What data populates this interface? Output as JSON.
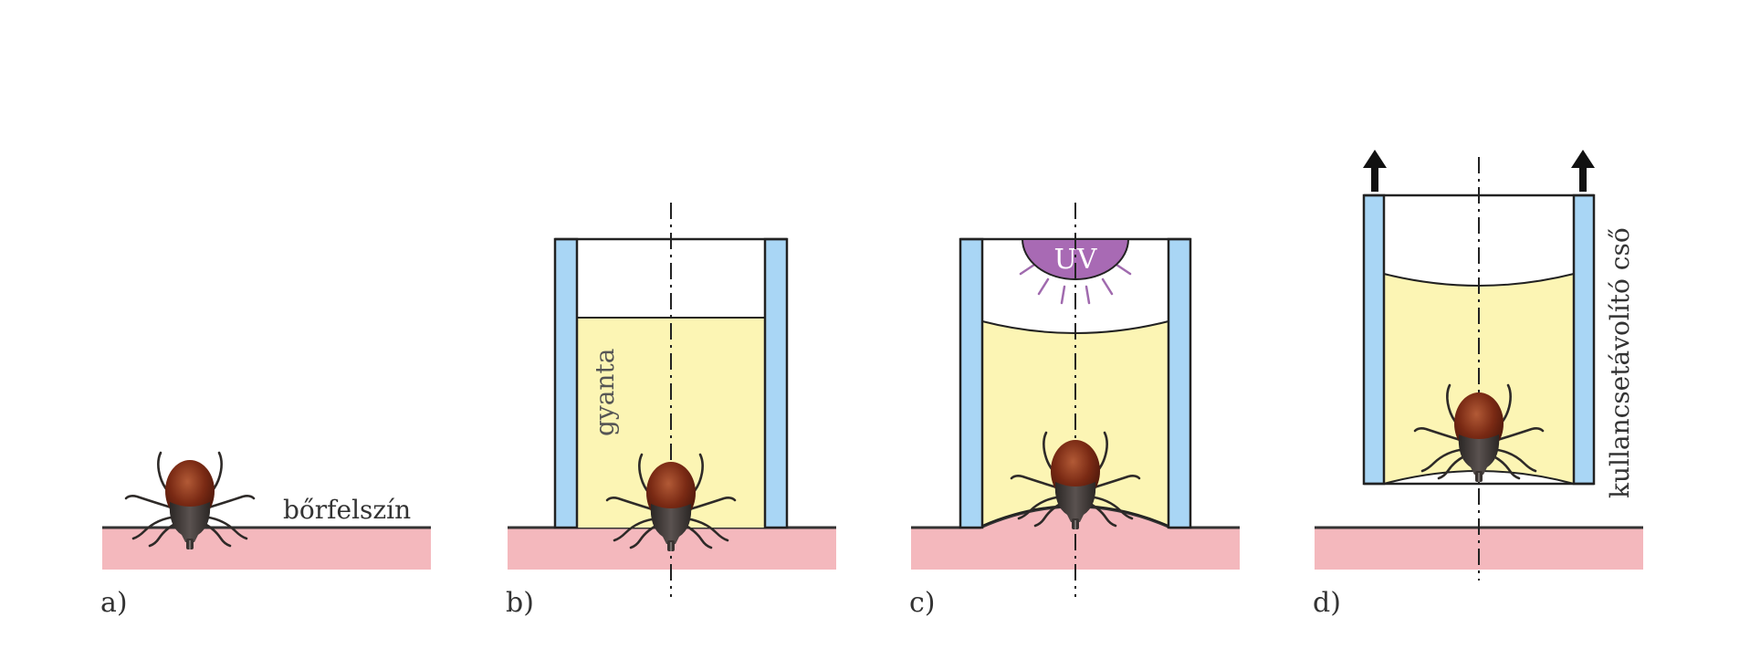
{
  "panels": [
    {
      "id": "a",
      "label": "a)"
    },
    {
      "id": "b",
      "label": "b)"
    },
    {
      "id": "c",
      "label": "c)"
    },
    {
      "id": "d",
      "label": "d)"
    }
  ],
  "labels": {
    "skin_surface": "bőrfelszín",
    "resin": "gyanta",
    "uv": "UV",
    "tick_remover_tube": "kullancsetávolító cső"
  },
  "colors": {
    "skin": "#f4b8bd",
    "skin_line": "#333333",
    "resin": "#fcf5b4",
    "tube_wall": "#a9d6f5",
    "outline": "#222222",
    "uv_lamp": "#a86ab4",
    "uv_rays": "#a06aae",
    "tick_body": "#7a2a14",
    "tick_head": "#3a3432",
    "arrow": "#111111"
  },
  "icons": {
    "tick": "tick-icon",
    "uv_lamp": "uv-lamp-icon",
    "arrow": "arrow-up-icon"
  }
}
